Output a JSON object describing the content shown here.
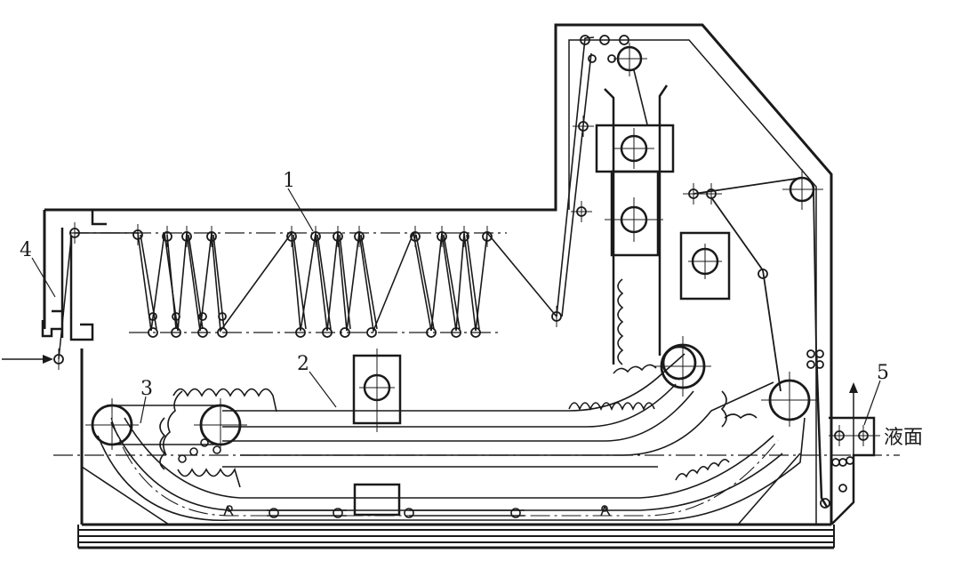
{
  "labels": {
    "part1": "1",
    "part2": "2",
    "part3": "3",
    "part4": "4",
    "part5": "5",
    "liquid_level": "液面"
  },
  "colors": {
    "ink": "#1a1a1a",
    "background": "#ffffff"
  }
}
